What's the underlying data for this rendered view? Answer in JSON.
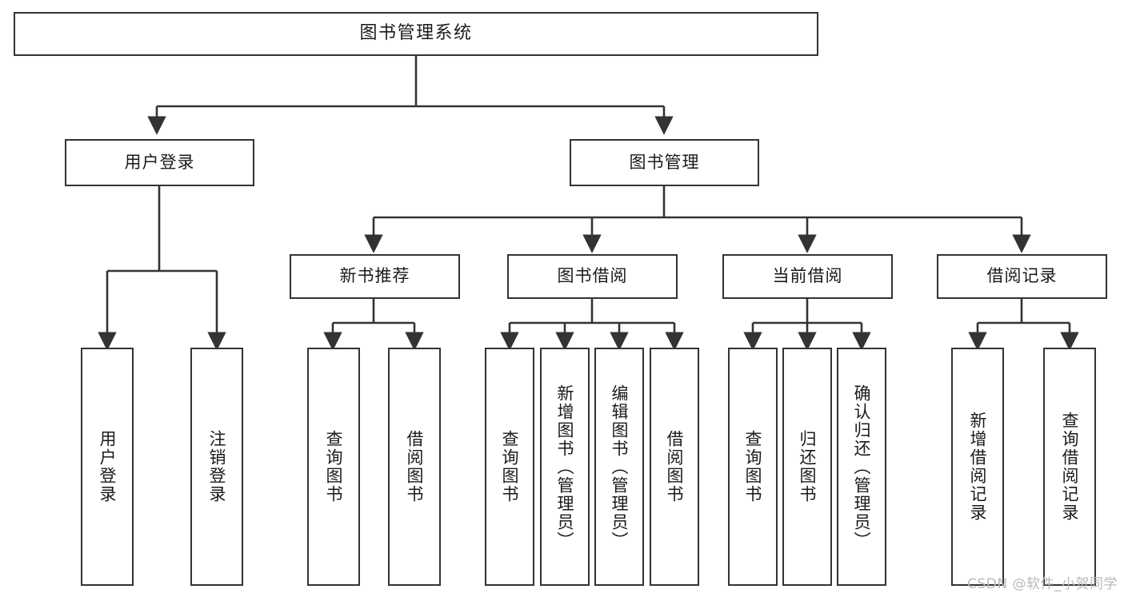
{
  "diagram": {
    "type": "tree",
    "title": "图书管理系统",
    "watermark": "CSDN @软件_小贺同学",
    "colors": {
      "border": "#333333",
      "fill": "#ffffff",
      "text": "#1a1a1a",
      "edge": "#333333",
      "watermark": "#b9b9b9"
    },
    "nodes": {
      "root": {
        "label": "图书管理系统"
      },
      "level1": [
        {
          "label": "用户登录"
        },
        {
          "label": "图书管理"
        }
      ],
      "level2": [
        {
          "label": "新书推荐"
        },
        {
          "label": "图书借阅"
        },
        {
          "label": "当前借阅"
        },
        {
          "label": "借阅记录"
        }
      ],
      "leaves": [
        {
          "label": "用户登录"
        },
        {
          "label": "注销登录"
        },
        {
          "label": "查询图书"
        },
        {
          "label": "借阅图书"
        },
        {
          "label": "查询图书"
        },
        {
          "label": "新增图书（管理员）"
        },
        {
          "label": "编辑图书（管理员）"
        },
        {
          "label": "借阅图书"
        },
        {
          "label": "查询图书"
        },
        {
          "label": "归还图书"
        },
        {
          "label": "确认归还（管理员）"
        },
        {
          "label": "新增借阅记录"
        },
        {
          "label": "查询借阅记录"
        }
      ]
    }
  }
}
